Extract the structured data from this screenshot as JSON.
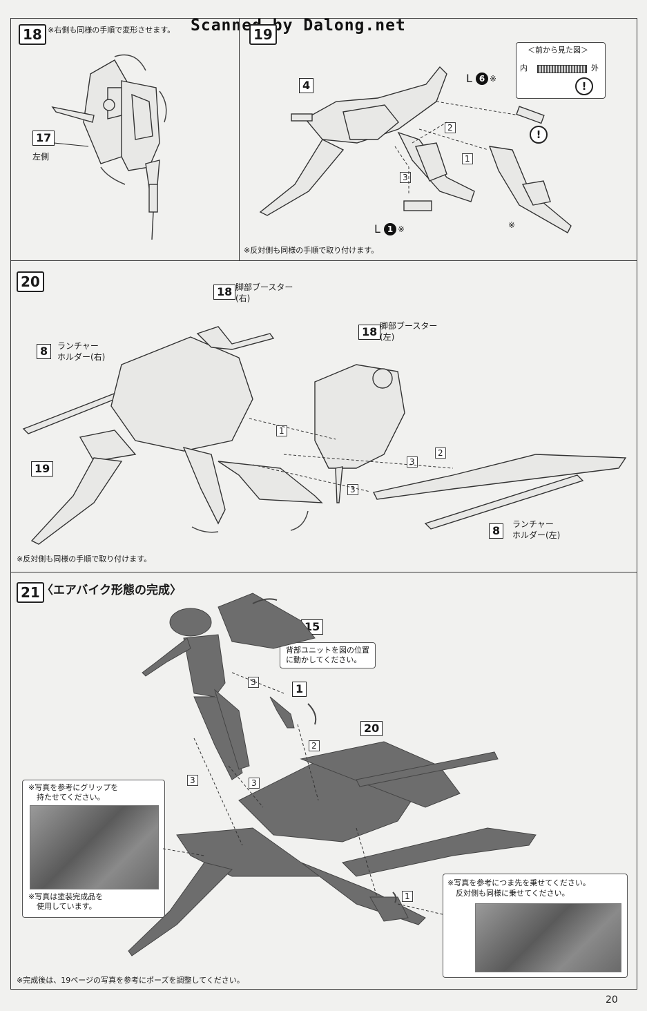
{
  "watermark": "Scanned by Dalong.net",
  "page_number": "20",
  "step18": {
    "number": "18",
    "note": "※右側も同様の手順で変形させます。",
    "part": "17",
    "part_label": "左側"
  },
  "step19": {
    "number": "19",
    "part_ref": "4",
    "inset_title": "＜前から見た図＞",
    "inset_inner": "内",
    "inset_outer": "外",
    "parts": {
      "l6_letter": "L",
      "l6_num": "6",
      "l6_mark": "※",
      "l1_letter": "L",
      "l1_num": "1",
      "l1_mark": "※",
      "right_mark": "※"
    },
    "substeps": [
      "1",
      "2",
      "3"
    ],
    "note": "※反対側も同様の手順で取り付けます。"
  },
  "step20": {
    "number": "20",
    "label_18r_num": "18",
    "label_18r_a": "脚部ブースター",
    "label_18r_b": "(右)",
    "label_18l_num": "18",
    "label_18l_a": "脚部ブースター",
    "label_18l_b": "(左)",
    "label_8r_num": "8",
    "label_8r_a": "ランチャー",
    "label_8r_b": "ホルダー(右)",
    "label_19": "19",
    "label_8l_num": "8",
    "label_8l_a": "ランチャー",
    "label_8l_b": "ホルダー(左)",
    "substeps": [
      "1",
      "3",
      "2",
      "3"
    ],
    "note": "※反対側も同様の手順で取り付けます。"
  },
  "step21": {
    "number": "21",
    "title": "〈エアバイク形態の完成〉",
    "part_15": "15",
    "bubble_back": [
      "背部ユニットを図の位置",
      "に動かしてください。"
    ],
    "part_1": "1",
    "part_20": "20",
    "substeps": [
      "3",
      "2",
      "3",
      "3",
      "1"
    ],
    "grip_note": [
      "※写真を参考にグリップを",
      "持たせてください。"
    ],
    "paint_note": [
      "※写真は塗装完成品を",
      "使用しています。"
    ],
    "toe_note": [
      "※写真を参考につま先を乗せてください。",
      "反対側も同様に乗せてください。"
    ],
    "note": "※完成後は、19ページの写真を参考にポーズを調整してください。"
  }
}
